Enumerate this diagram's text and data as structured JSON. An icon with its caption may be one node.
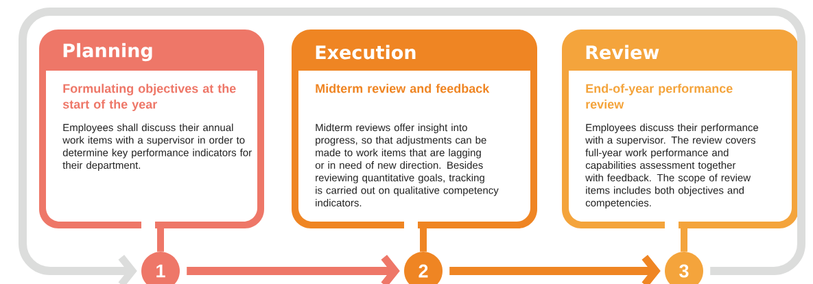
{
  "diagram": {
    "nodes": [
      {
        "text": [
          "Planning",
          "Formulating objectives at the start of the year",
          "Employees shall discuss their annual work items with a supervisor in order to determine key performance indicators for their department."
        ]
      },
      {
        "text": [
          "Execution",
          "Midterm review and feedback",
          "Midterm reviews offer insight into progress, so that adjustments can be made to work items that are lagging or in need of new direction. Besides reviewing quantitative goals, tracking is carried out on qualitative competency indicators."
        ]
      },
      {
        "text": [
          "Review",
          "End-of-year performance review",
          "Employees discuss their performance with a supervisor. The review covers full-year work performance and capabilities assessment together with feedback. The scope of review items includes both objectives and competencies."
        ]
      },
      {
        "text": [
          "1"
        ]
      },
      {
        "text": [
          "2"
        ]
      },
      {
        "text": [
          "3"
        ]
      }
    ],
    "edges": [
      {
        "from": 0,
        "to": 3,
        "arrow": "none",
        "color": "#ee7768"
      },
      {
        "from": 1,
        "to": 4,
        "arrow": "none",
        "color": "#ef8523"
      },
      {
        "from": 2,
        "to": 5,
        "arrow": "none",
        "color": "#f4a43c"
      },
      {
        "from": 3,
        "to": 4,
        "arrow": "to",
        "color": "#ee7768"
      },
      {
        "from": 4,
        "to": 5,
        "arrow": "to",
        "color": "#ef8523"
      },
      {
        "from": 5,
        "to": 3,
        "arrow": "to",
        "color": "#dcdddc"
      }
    ]
  }
}
